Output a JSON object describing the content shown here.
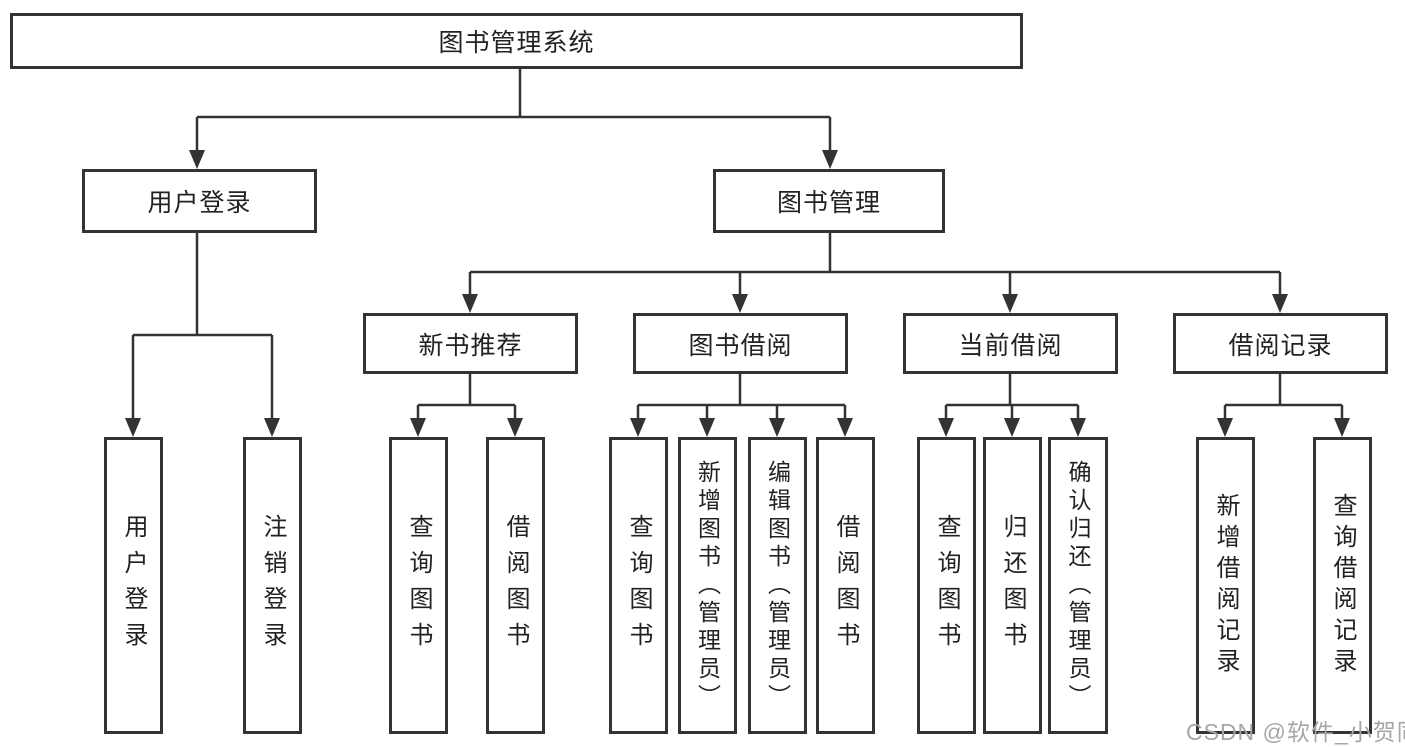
{
  "tree": {
    "root": {
      "label": "图书管理系统"
    },
    "branches": [
      {
        "label": "用户登录",
        "leaves": [
          {
            "label": "用户登录"
          },
          {
            "label": "注销登录"
          }
        ]
      },
      {
        "label": "图书管理",
        "children": [
          {
            "label": "新书推荐",
            "leaves": [
              {
                "label": "查询图书"
              },
              {
                "label": "借阅图书"
              }
            ]
          },
          {
            "label": "图书借阅",
            "leaves": [
              {
                "label": "查询图书"
              },
              {
                "label": "新增图书（管理员）"
              },
              {
                "label": "编辑图书（管理员）"
              },
              {
                "label": "借阅图书"
              }
            ]
          },
          {
            "label": "当前借阅",
            "leaves": [
              {
                "label": "查询图书"
              },
              {
                "label": "归还图书"
              },
              {
                "label": "确认归还（管理员）"
              }
            ]
          },
          {
            "label": "借阅记录",
            "leaves": [
              {
                "label": "新增借阅记录"
              },
              {
                "label": "查询借阅记录"
              }
            ]
          }
        ]
      }
    ]
  },
  "watermark": {
    "text": "CSDN @软件_小贺同学"
  },
  "colors": {
    "line": "#333333",
    "box_border": "#333333",
    "text": "#222222",
    "watermark": "#a6a6a6",
    "background": "#ffffff"
  }
}
